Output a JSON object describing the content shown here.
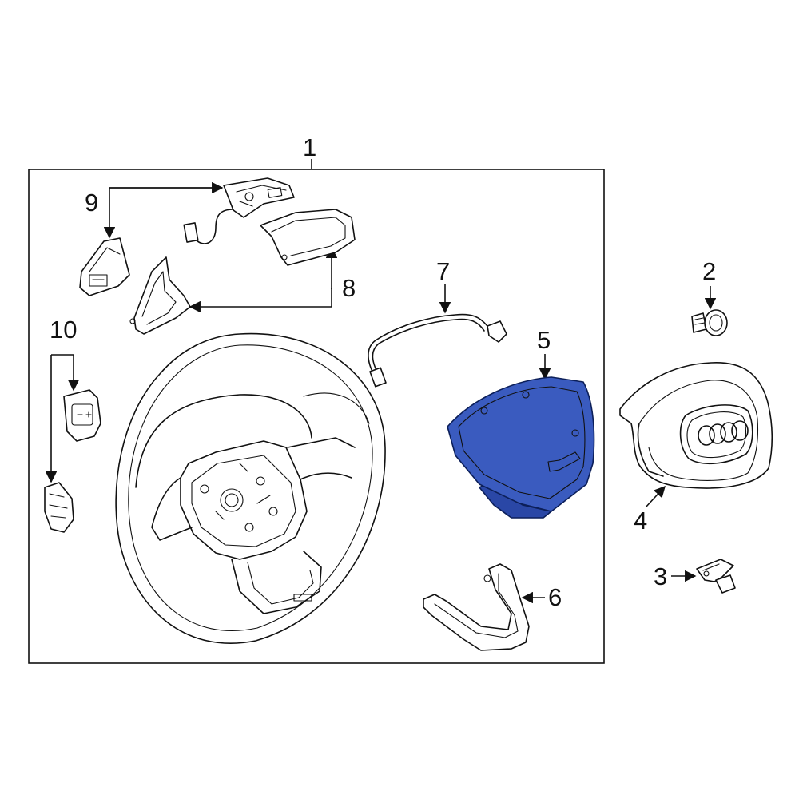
{
  "callouts": {
    "c1": "1",
    "c2": "2",
    "c3": "3",
    "c4": "4",
    "c5": "5",
    "c6": "6",
    "c7": "7",
    "c8": "8",
    "c9": "9",
    "c10": "10"
  },
  "logo": {
    "text": "Audi four rings emblem"
  },
  "colors": {
    "highlight": "#3a5bbf",
    "highlight_dark": "#2a47a6",
    "line": "#111111",
    "background": "#ffffff"
  },
  "highlighted_part": "5"
}
